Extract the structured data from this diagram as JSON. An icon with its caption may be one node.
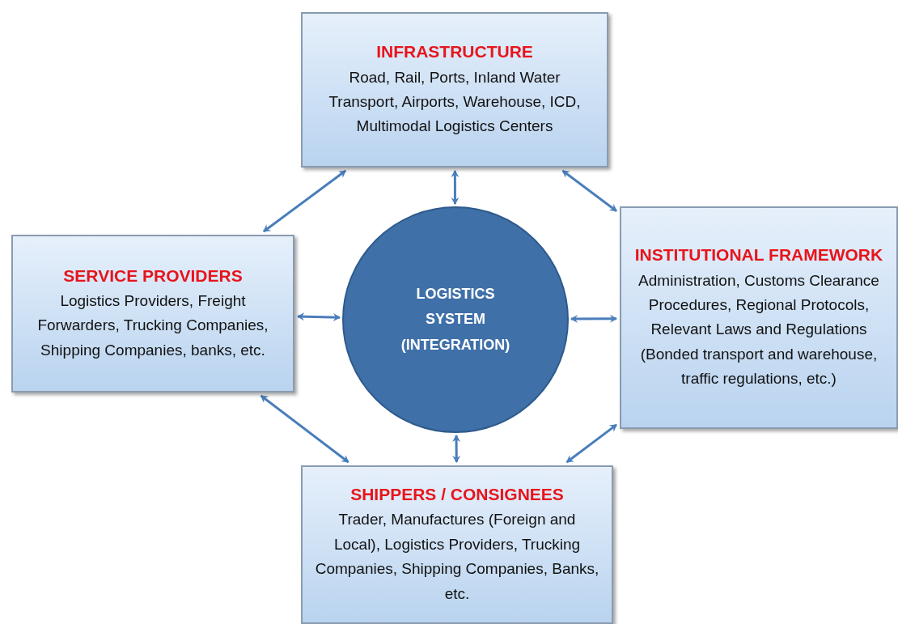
{
  "diagram": {
    "nodes": [
      {
        "text": [
          "INFRASTRUCTURE",
          "Road, Rail, Ports, Inland Water Transport, Airports, Warehouse, ICD, Multimodal Logistics Centers"
        ]
      },
      {
        "text": [
          "SERVICE PROVIDERS",
          "Logistics Providers, Freight Forwarders, Trucking Companies, Shipping Companies, banks, etc."
        ]
      },
      {
        "text": [
          "LOGISTICS SYSTEM (INTEGRATION)"
        ]
      },
      {
        "text": [
          "INSTITUTIONAL FRAMEWORK",
          "Administration, Customs Clearance Procedures, Regional Protocols, Relevant Laws and Regulations (Bonded transport and warehouse, traffic regulations, etc.)"
        ]
      },
      {
        "text": [
          "SHIPPERS / CONSIGNEES",
          "Trader, Manufactures (Foreign and Local), Logistics Providers, Trucking Companies, Shipping Companies, Banks, etc."
        ]
      }
    ],
    "edges": [
      {
        "from": 1,
        "to": 0,
        "arrow": "both"
      },
      {
        "from": 0,
        "to": 3,
        "arrow": "both"
      },
      {
        "from": 0,
        "to": 2,
        "arrow": "both"
      },
      {
        "from": 1,
        "to": 2,
        "arrow": "both"
      },
      {
        "from": 3,
        "to": 2,
        "arrow": "both"
      },
      {
        "from": 2,
        "to": 4,
        "arrow": "both"
      },
      {
        "from": 1,
        "to": 4,
        "arrow": "both"
      },
      {
        "from": 4,
        "to": 3,
        "arrow": "both"
      }
    ]
  }
}
